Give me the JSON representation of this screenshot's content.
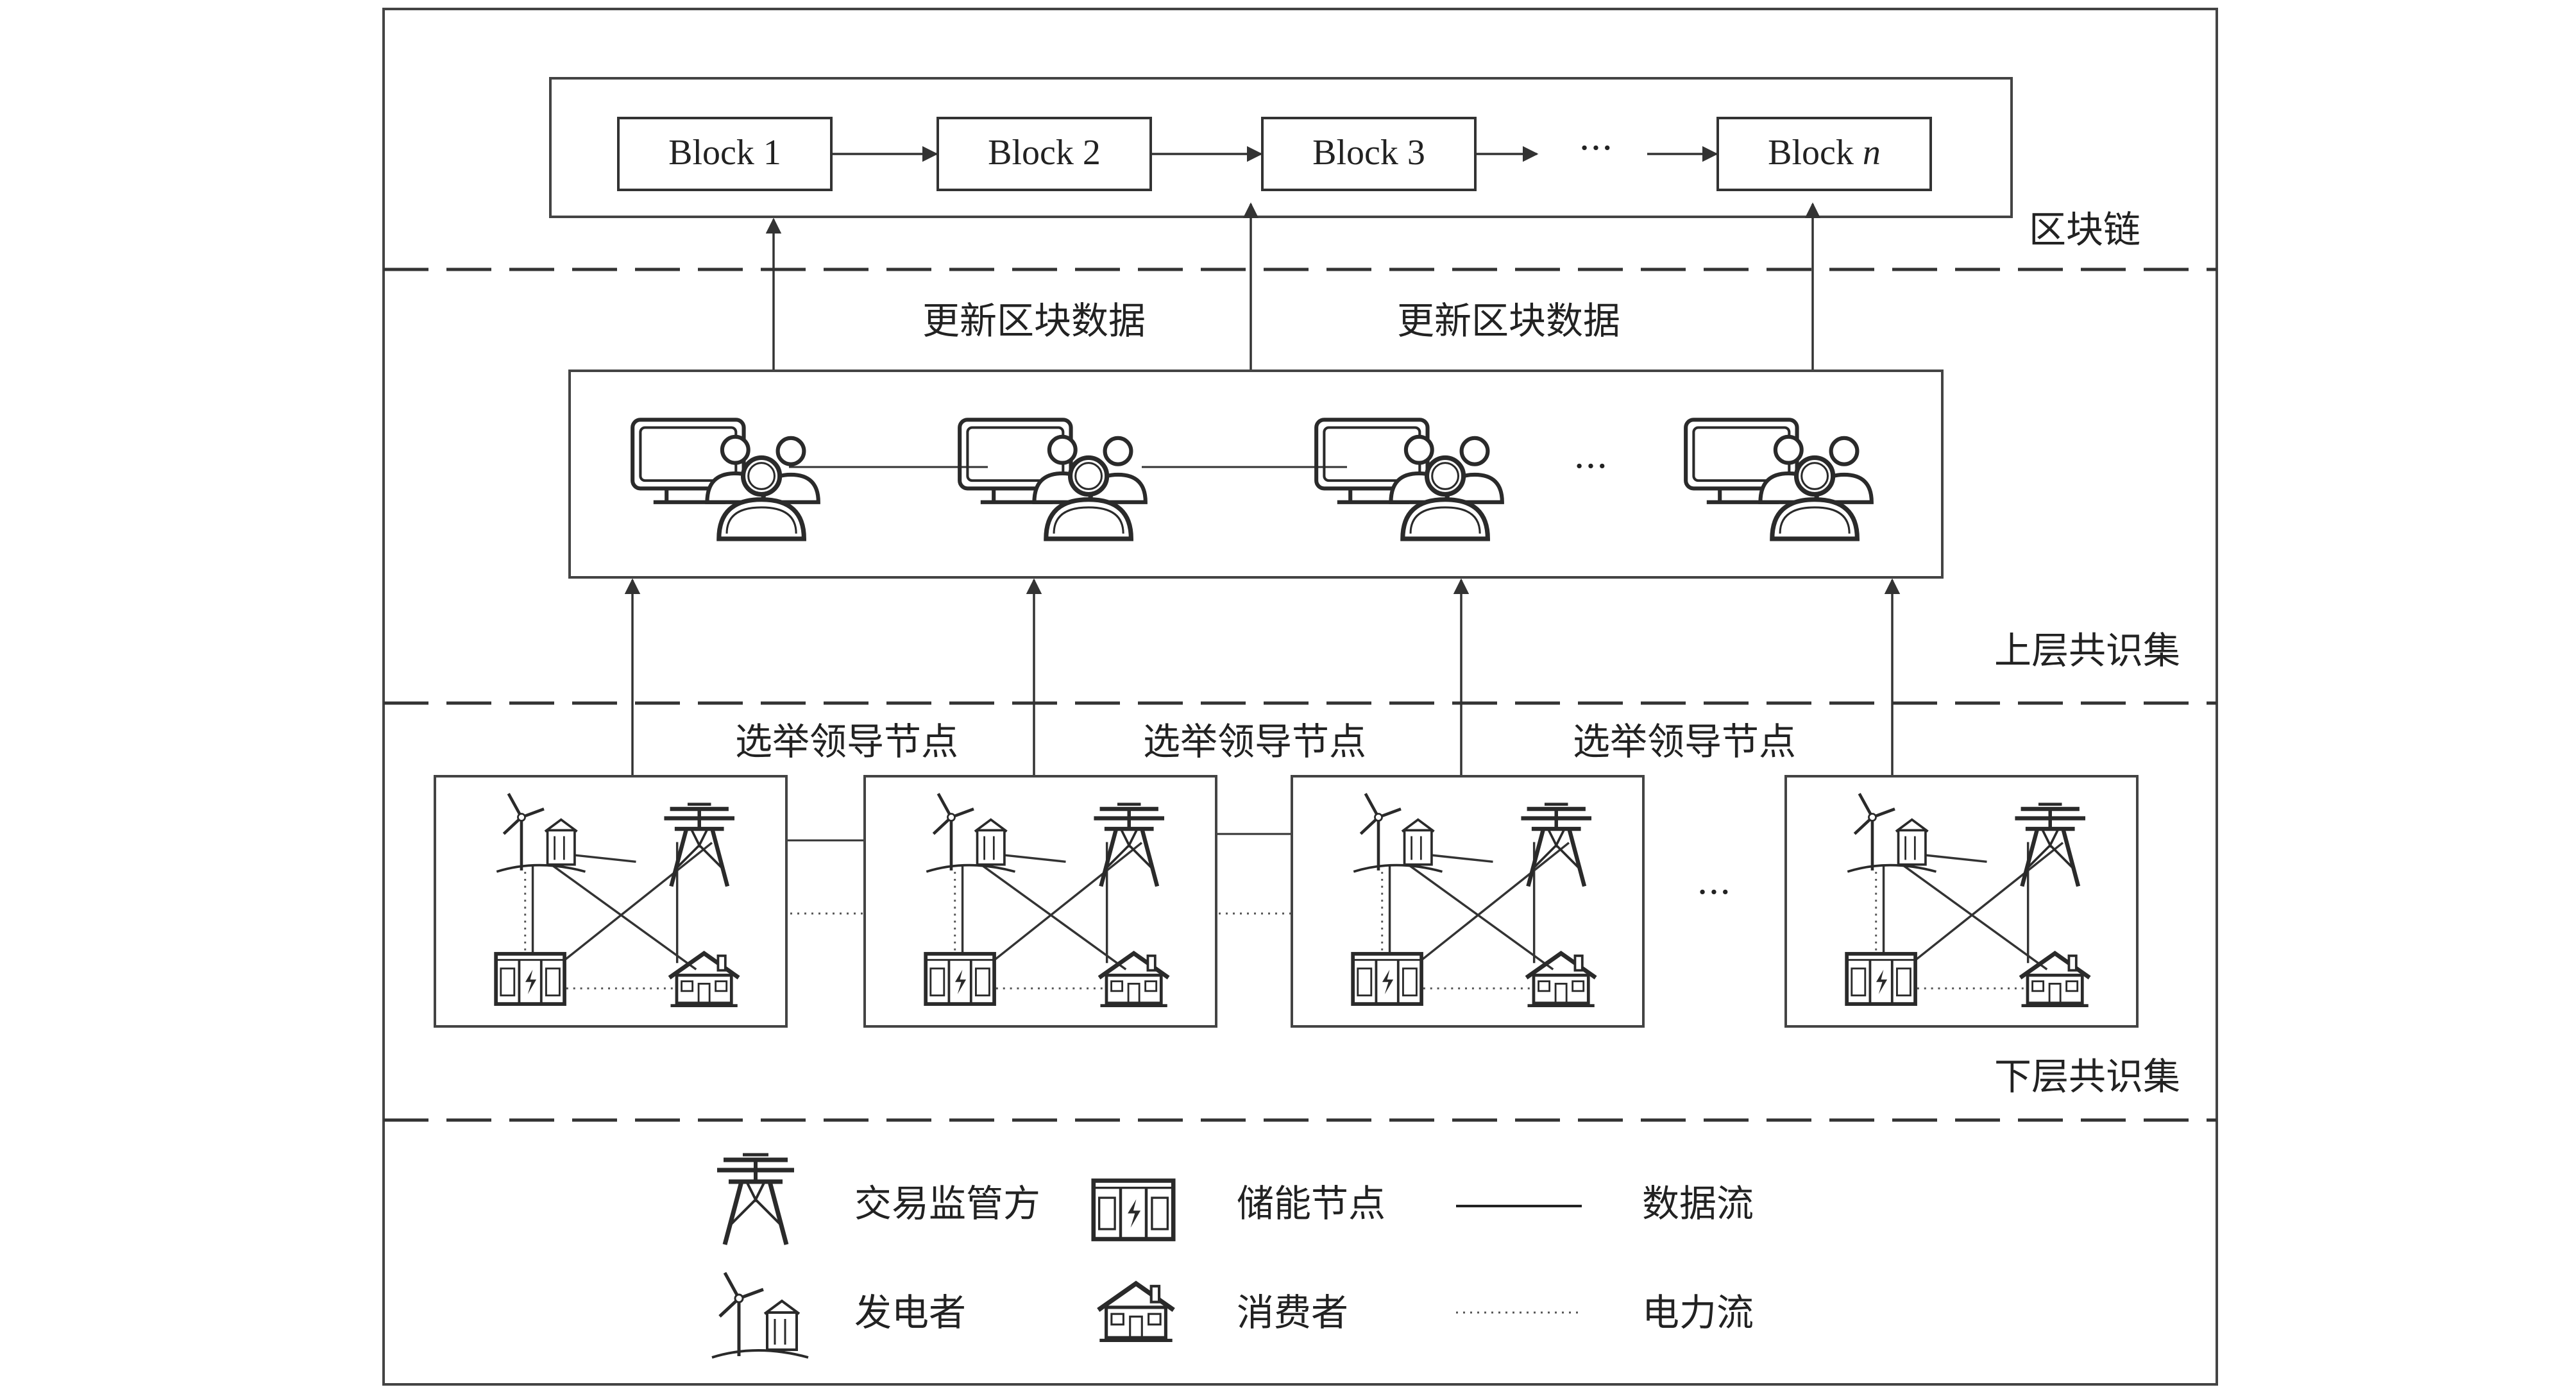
{
  "layers": {
    "blockchain": "区块链",
    "upper_consensus": "上层共识集",
    "lower_consensus": "下层共识集"
  },
  "blocks": {
    "b1": "Block 1",
    "b2": "Block 2",
    "b3": "Block 3",
    "bn_prefix": "Block ",
    "bn_suffix": "n",
    "ellipsis": "···"
  },
  "edges": {
    "update_block_data": "更新区块数据",
    "elect_leader": "选举领导节点"
  },
  "ellipsis": "···",
  "legend": {
    "regulator": "交易监管方",
    "storage_node": "储能节点",
    "data_flow": "数据流",
    "generator": "发电者",
    "consumer": "消费者",
    "power_flow": "电力流"
  }
}
